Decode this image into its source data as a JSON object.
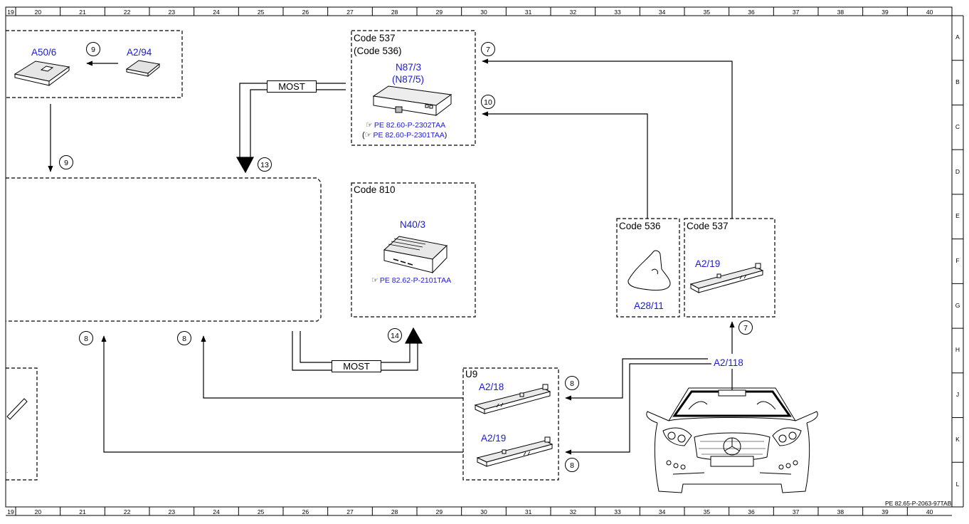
{
  "ruler": {
    "columns": [
      "19",
      "20",
      "21",
      "22",
      "23",
      "24",
      "25",
      "26",
      "27",
      "28",
      "29",
      "30",
      "31",
      "32",
      "33",
      "34",
      "35",
      "36",
      "37",
      "38",
      "39",
      "40"
    ],
    "rows": [
      "A",
      "B",
      "C",
      "D",
      "E",
      "F",
      "G",
      "H",
      "J",
      "K",
      "L"
    ]
  },
  "doc_ref": "PE 82.65-P-2063-97TAB",
  "boxes": {
    "code537_top": {
      "title": "Code 537",
      "subtitle": "(Code 536)",
      "component": "N87/3",
      "component_alt": "(N87/5)",
      "ref1": "PE 82.60-P-2302TAA",
      "ref2": "PE 82.60-P-2301TAA"
    },
    "code810": {
      "title": "Code 810",
      "component": "N40/3",
      "ref": "PE 82.62-P-2101TAA"
    },
    "code536": {
      "title": "Code 536",
      "component": "A28/11"
    },
    "code537_right": {
      "title": "Code 537",
      "component": "A2/19"
    },
    "u9": {
      "title": "U9",
      "comp1": "A2/18",
      "comp2": "A2/19"
    },
    "top_left": {
      "comp1": "A50/6",
      "comp2": "A2/94"
    }
  },
  "windshield_component": "A2/118",
  "bus_labels": {
    "most_top": "MOST",
    "most_bottom": "MOST"
  },
  "callouts": {
    "c9_top": "9",
    "c9_mid": "9",
    "c13": "13",
    "c7_top": "7",
    "c10": "10",
    "c14": "14",
    "c7_mid": "7",
    "c8_left1": "8",
    "c8_left2": "8",
    "c8_u9a": "8",
    "c8_u9b": "8"
  },
  "icons": {
    "hand_ref": "pointing-hand-icon",
    "control_unit": "control-unit-icon",
    "antenna": "fin-antenna-icon",
    "amplifier": "antenna-amplifier-icon",
    "car": "car-front-icon"
  },
  "colors": {
    "component_label": "#1a1ad6",
    "line": "#000000"
  }
}
